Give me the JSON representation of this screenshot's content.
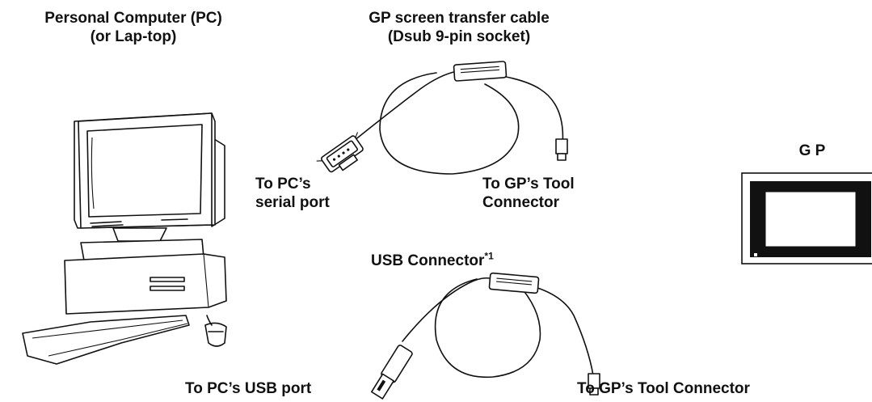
{
  "labels": {
    "pc_line1": "Personal Computer (PC)",
    "pc_line2": "(or Lap-top)",
    "cable_line1": "GP screen transfer cable",
    "cable_line2": "(Dsub 9-pin socket)",
    "serial_line1": "To PC’s",
    "serial_line2": "serial port",
    "tool_line1": "To GP’s Tool",
    "tool_line2": "Connector",
    "gp": "G P",
    "usb_connector": "USB Connector",
    "usb_footnote": "*1",
    "pc_usb_port": "To PC’s USB port",
    "gp_tool_connector": "To GP’s Tool Connector"
  },
  "icons": [
    "personal-computer-icon",
    "serial-transfer-cable-icon",
    "usb-transfer-cable-icon",
    "gp-unit-icon"
  ],
  "colors": {
    "ink": "#111111",
    "background": "#ffffff"
  }
}
